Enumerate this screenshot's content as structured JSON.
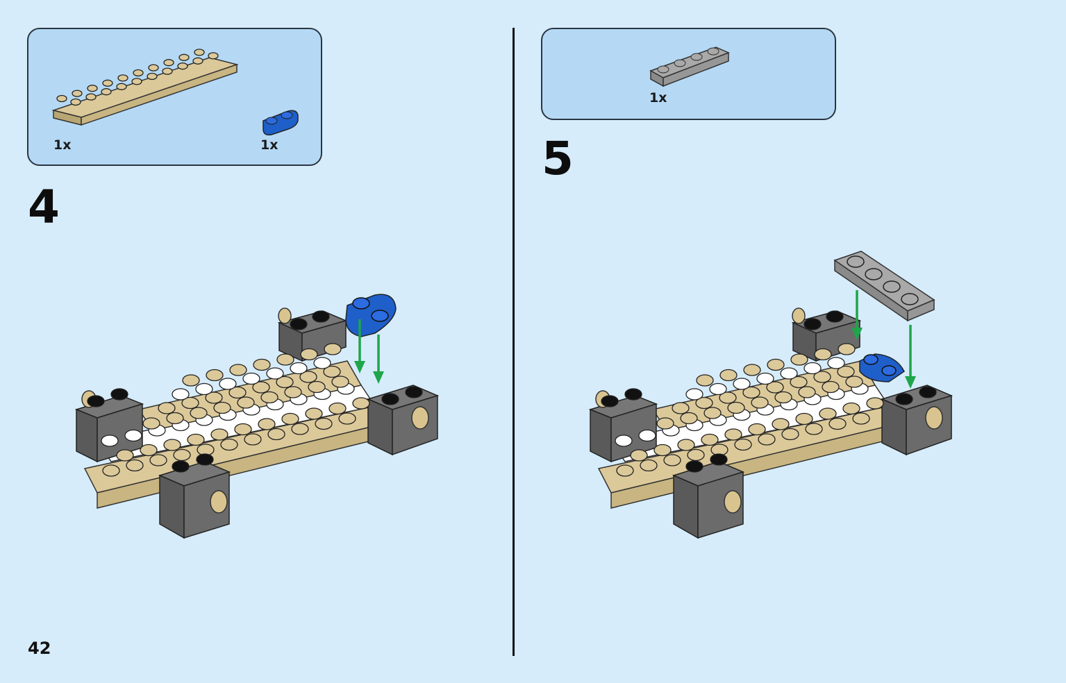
{
  "page": {
    "number": "42"
  },
  "steps": [
    {
      "number": "4",
      "parts": [
        {
          "name": "tan-plate-2x10",
          "qty": "1x",
          "color": "#dcc99a"
        },
        {
          "name": "blue-plate-1x2-rounded",
          "qty": "1x",
          "color": "#1f5fc9"
        }
      ]
    },
    {
      "number": "5",
      "parts": [
        {
          "name": "gray-plate-1x4",
          "qty": "1x",
          "color": "#a9a9a9"
        }
      ]
    }
  ],
  "colors": {
    "background": "#d6ecfb",
    "parts_panel": "#b5d9f5",
    "arrow": "#1fa54a",
    "tan": "#dcc99a",
    "dark_gray": "#6b6b6b",
    "white": "#ffffff"
  }
}
